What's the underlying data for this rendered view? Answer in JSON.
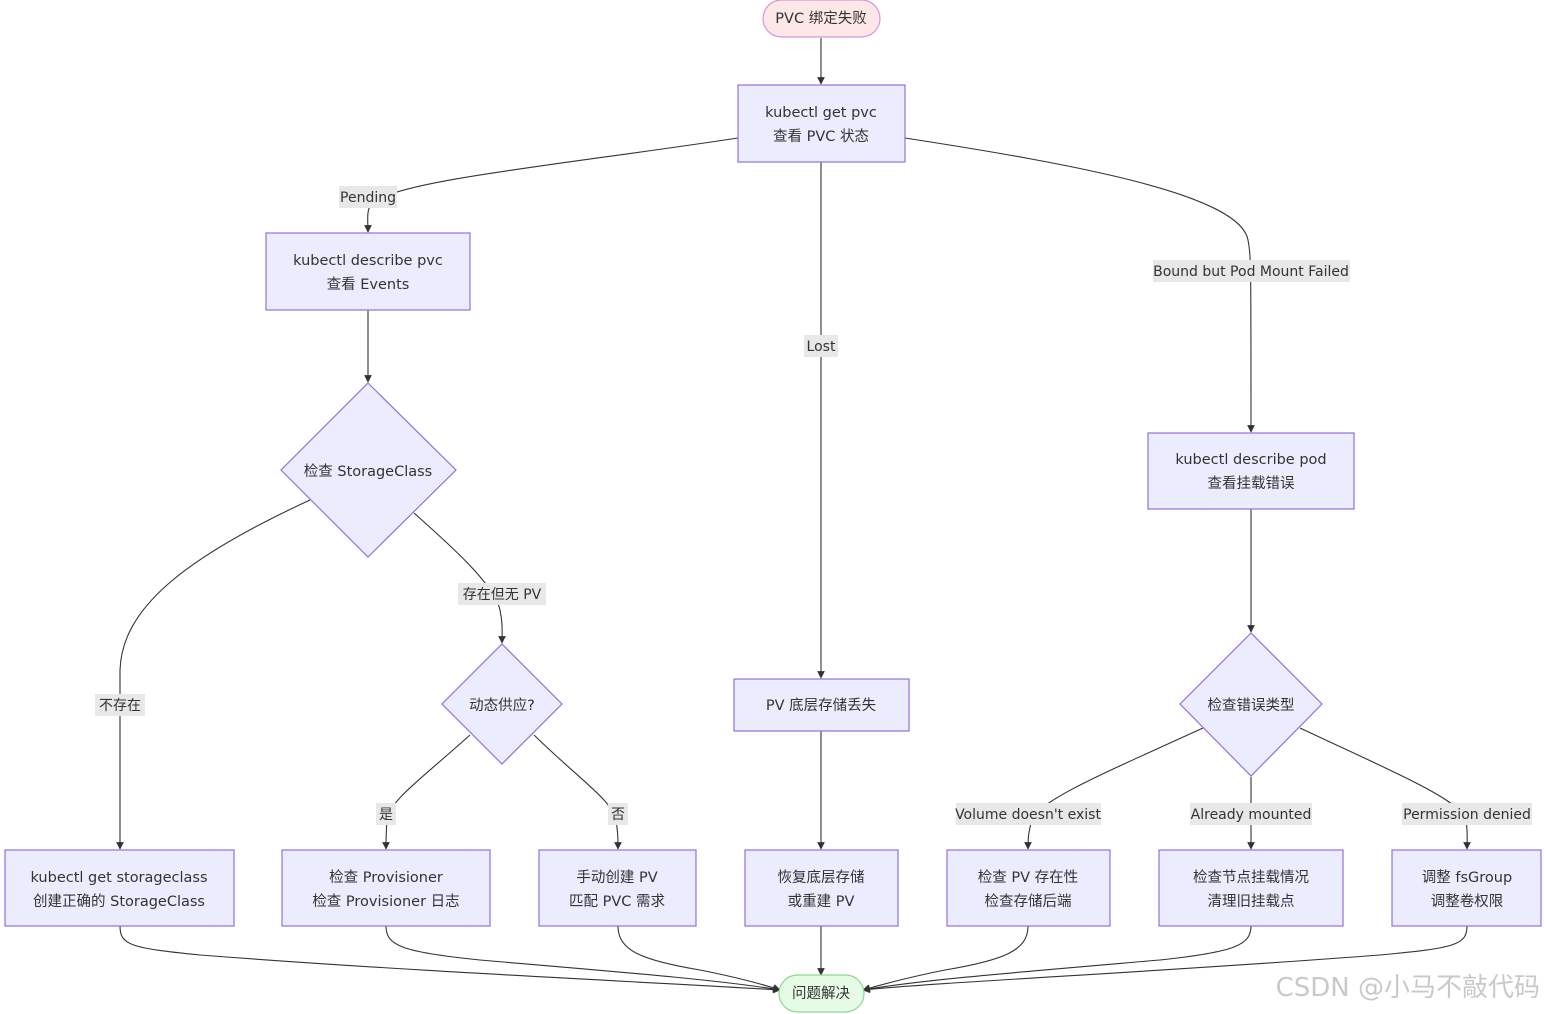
{
  "nodes": {
    "start": {
      "text": "PVC 绑定失败",
      "fill": "#fde7e7",
      "stroke": "#d896d8"
    },
    "get_pvc": {
      "line1": "kubectl get pvc",
      "line2": "查看 PVC 状态"
    },
    "describe_pvc": {
      "line1": "kubectl describe pvc",
      "line2": "查看 Events"
    },
    "check_sc": {
      "text": "检查 StorageClass"
    },
    "dynamic": {
      "text": "动态供应?"
    },
    "get_sc": {
      "line1": "kubectl get storageclass",
      "line2": "创建正确的 StorageClass"
    },
    "provisioner": {
      "line1": "检查 Provisioner",
      "line2": "检查 Provisioner 日志"
    },
    "manual_pv": {
      "line1": "手动创建 PV",
      "line2": "匹配 PVC 需求"
    },
    "storage_lost": {
      "text": "PV 底层存储丢失"
    },
    "restore": {
      "line1": "恢复底层存储",
      "line2": "或重建 PV"
    },
    "describe_pod": {
      "line1": "kubectl describe pod",
      "line2": "查看挂载错误"
    },
    "error_type": {
      "text": "检查错误类型"
    },
    "pv_exists": {
      "line1": "检查 PV 存在性",
      "line2": "检查存储后端"
    },
    "node_mount": {
      "line1": "检查节点挂载情况",
      "line2": "清理旧挂载点"
    },
    "fsgroup": {
      "line1": "调整 fsGroup",
      "line2": "调整卷权限"
    },
    "end": {
      "text": "问题解决",
      "fill": "#e6fbe6",
      "stroke": "#8fd68f"
    }
  },
  "edges": {
    "pending": "Pending",
    "lost": "Lost",
    "bound_failed": "Bound but Pod Mount Failed",
    "not_exist": "不存在",
    "exist_no_pv": "存在但无 PV",
    "yes": "是",
    "no": "否",
    "volume_missing": "Volume doesn't exist",
    "already_mounted": "Already mounted",
    "permission_denied": "Permission denied"
  },
  "watermark": "CSDN @小马不敲代码",
  "colors": {
    "node_fill": "#ececff",
    "node_stroke": "#9370db",
    "edge": "#333333"
  }
}
